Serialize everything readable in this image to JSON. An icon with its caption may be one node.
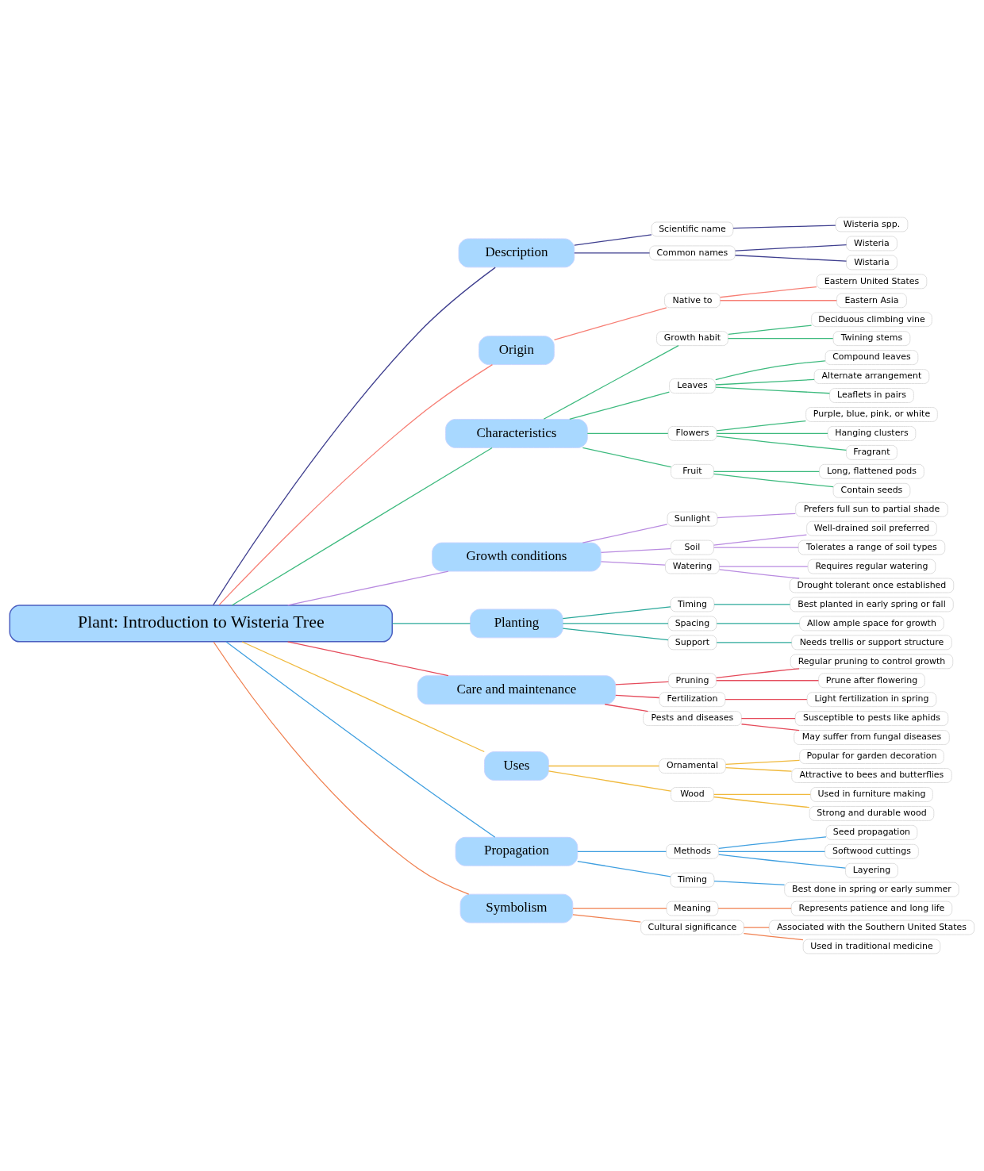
{
  "diagram": {
    "nodes": [
      {
        "text": [
          "Plant: Introduction to Wisteria Tree"
        ]
      },
      {
        "text": [
          "Description"
        ]
      },
      {
        "text": [
          "Scientific name"
        ]
      },
      {
        "text": [
          "Wisteria spp."
        ]
      },
      {
        "text": [
          "Common names"
        ]
      },
      {
        "text": [
          "Wisteria"
        ]
      },
      {
        "text": [
          "Wistaria"
        ]
      },
      {
        "text": [
          "Origin"
        ]
      },
      {
        "text": [
          "Native to"
        ]
      },
      {
        "text": [
          "Eastern United States"
        ]
      },
      {
        "text": [
          "Eastern Asia"
        ]
      },
      {
        "text": [
          "Characteristics"
        ]
      },
      {
        "text": [
          "Growth habit"
        ]
      },
      {
        "text": [
          "Deciduous climbing vine"
        ]
      },
      {
        "text": [
          "Twining stems"
        ]
      },
      {
        "text": [
          "Leaves"
        ]
      },
      {
        "text": [
          "Compound leaves"
        ]
      },
      {
        "text": [
          "Alternate arrangement"
        ]
      },
      {
        "text": [
          "Leaflets in pairs"
        ]
      },
      {
        "text": [
          "Flowers"
        ]
      },
      {
        "text": [
          "Purple, blue, pink, or white"
        ]
      },
      {
        "text": [
          "Hanging clusters"
        ]
      },
      {
        "text": [
          "Fragrant"
        ]
      },
      {
        "text": [
          "Fruit"
        ]
      },
      {
        "text": [
          "Long, flattened pods"
        ]
      },
      {
        "text": [
          "Contain seeds"
        ]
      },
      {
        "text": [
          "Growth conditions"
        ]
      },
      {
        "text": [
          "Sunlight"
        ]
      },
      {
        "text": [
          "Prefers full sun to partial shade"
        ]
      },
      {
        "text": [
          "Soil"
        ]
      },
      {
        "text": [
          "Well-drained soil preferred"
        ]
      },
      {
        "text": [
          "Tolerates a range of soil types"
        ]
      },
      {
        "text": [
          "Watering"
        ]
      },
      {
        "text": [
          "Requires regular watering"
        ]
      },
      {
        "text": [
          "Drought tolerant once established"
        ]
      },
      {
        "text": [
          "Planting"
        ]
      },
      {
        "text": [
          "Timing"
        ]
      },
      {
        "text": [
          "Best planted in early spring or fall"
        ]
      },
      {
        "text": [
          "Spacing"
        ]
      },
      {
        "text": [
          "Allow ample space for growth"
        ]
      },
      {
        "text": [
          "Support"
        ]
      },
      {
        "text": [
          "Needs trellis or support structure"
        ]
      },
      {
        "text": [
          "Care and maintenance"
        ]
      },
      {
        "text": [
          "Pruning"
        ]
      },
      {
        "text": [
          "Regular pruning to control growth"
        ]
      },
      {
        "text": [
          "Prune after flowering"
        ]
      },
      {
        "text": [
          "Fertilization"
        ]
      },
      {
        "text": [
          "Light fertilization in spring"
        ]
      },
      {
        "text": [
          "Pests and diseases"
        ]
      },
      {
        "text": [
          "Susceptible to pests like aphids"
        ]
      },
      {
        "text": [
          "May suffer from fungal diseases"
        ]
      },
      {
        "text": [
          "Uses"
        ]
      },
      {
        "text": [
          "Ornamental"
        ]
      },
      {
        "text": [
          "Popular for garden decoration"
        ]
      },
      {
        "text": [
          "Attractive to bees and butterflies"
        ]
      },
      {
        "text": [
          "Wood"
        ]
      },
      {
        "text": [
          "Used in furniture making"
        ]
      },
      {
        "text": [
          "Strong and durable wood"
        ]
      },
      {
        "text": [
          "Propagation"
        ]
      },
      {
        "text": [
          "Methods"
        ]
      },
      {
        "text": [
          "Seed propagation"
        ]
      },
      {
        "text": [
          "Softwood cuttings"
        ]
      },
      {
        "text": [
          "Layering"
        ]
      },
      {
        "text": [
          "Timing"
        ]
      },
      {
        "text": [
          "Best done in spring or early summer"
        ]
      },
      {
        "text": [
          "Symbolism"
        ]
      },
      {
        "text": [
          "Meaning"
        ]
      },
      {
        "text": [
          "Represents patience and long life"
        ]
      },
      {
        "text": [
          "Cultural significance"
        ]
      },
      {
        "text": [
          "Associated with the Southern United States"
        ]
      },
      {
        "text": [
          "Used in traditional medicine"
        ]
      }
    ],
    "edges": [
      {
        "from": 0,
        "to": 1,
        "arrow": "none",
        "color": "#3f3f8f"
      },
      {
        "from": 1,
        "to": 2,
        "arrow": "none",
        "color": "#3f3f8f"
      },
      {
        "from": 2,
        "to": 3,
        "arrow": "none",
        "color": "#3f3f8f"
      },
      {
        "from": 1,
        "to": 4,
        "arrow": "none",
        "color": "#3f3f8f"
      },
      {
        "from": 4,
        "to": 5,
        "arrow": "none",
        "color": "#3f3f8f"
      },
      {
        "from": 4,
        "to": 6,
        "arrow": "none",
        "color": "#3f3f8f"
      },
      {
        "from": 0,
        "to": 7,
        "arrow": "none",
        "color": "#f77f75"
      },
      {
        "from": 7,
        "to": 8,
        "arrow": "none",
        "color": "#f77f75"
      },
      {
        "from": 8,
        "to": 9,
        "arrow": "none",
        "color": "#f77f75"
      },
      {
        "from": 8,
        "to": 10,
        "arrow": "none",
        "color": "#f77f75"
      },
      {
        "from": 0,
        "to": 11,
        "arrow": "none",
        "color": "#3dba7e"
      },
      {
        "from": 11,
        "to": 12,
        "arrow": "none",
        "color": "#3dba7e"
      },
      {
        "from": 12,
        "to": 13,
        "arrow": "none",
        "color": "#3dba7e"
      },
      {
        "from": 12,
        "to": 14,
        "arrow": "none",
        "color": "#3dba7e"
      },
      {
        "from": 11,
        "to": 15,
        "arrow": "none",
        "color": "#3dba7e"
      },
      {
        "from": 15,
        "to": 16,
        "arrow": "none",
        "color": "#3dba7e"
      },
      {
        "from": 15,
        "to": 17,
        "arrow": "none",
        "color": "#3dba7e"
      },
      {
        "from": 15,
        "to": 18,
        "arrow": "none",
        "color": "#3dba7e"
      },
      {
        "from": 11,
        "to": 19,
        "arrow": "none",
        "color": "#3dba7e"
      },
      {
        "from": 19,
        "to": 20,
        "arrow": "none",
        "color": "#3dba7e"
      },
      {
        "from": 19,
        "to": 21,
        "arrow": "none",
        "color": "#3dba7e"
      },
      {
        "from": 19,
        "to": 22,
        "arrow": "none",
        "color": "#3dba7e"
      },
      {
        "from": 11,
        "to": 23,
        "arrow": "none",
        "color": "#3dba7e"
      },
      {
        "from": 23,
        "to": 24,
        "arrow": "none",
        "color": "#3dba7e"
      },
      {
        "from": 23,
        "to": 25,
        "arrow": "none",
        "color": "#3dba7e"
      },
      {
        "from": 0,
        "to": 26,
        "arrow": "none",
        "color": "#b98be0"
      },
      {
        "from": 26,
        "to": 27,
        "arrow": "none",
        "color": "#b98be0"
      },
      {
        "from": 27,
        "to": 28,
        "arrow": "none",
        "color": "#b98be0"
      },
      {
        "from": 26,
        "to": 29,
        "arrow": "none",
        "color": "#b98be0"
      },
      {
        "from": 29,
        "to": 30,
        "arrow": "none",
        "color": "#b98be0"
      },
      {
        "from": 29,
        "to": 31,
        "arrow": "none",
        "color": "#b98be0"
      },
      {
        "from": 26,
        "to": 32,
        "arrow": "none",
        "color": "#b98be0"
      },
      {
        "from": 32,
        "to": 33,
        "arrow": "none",
        "color": "#b98be0"
      },
      {
        "from": 32,
        "to": 34,
        "arrow": "none",
        "color": "#b98be0"
      },
      {
        "from": 0,
        "to": 35,
        "arrow": "none",
        "color": "#2aa89a"
      },
      {
        "from": 35,
        "to": 36,
        "arrow": "none",
        "color": "#2aa89a"
      },
      {
        "from": 36,
        "to": 37,
        "arrow": "none",
        "color": "#2aa89a"
      },
      {
        "from": 35,
        "to": 38,
        "arrow": "none",
        "color": "#2aa89a"
      },
      {
        "from": 38,
        "to": 39,
        "arrow": "none",
        "color": "#2aa89a"
      },
      {
        "from": 35,
        "to": 40,
        "arrow": "none",
        "color": "#2aa89a"
      },
      {
        "from": 40,
        "to": 41,
        "arrow": "none",
        "color": "#2aa89a"
      },
      {
        "from": 0,
        "to": 42,
        "arrow": "none",
        "color": "#e54b5b"
      },
      {
        "from": 42,
        "to": 43,
        "arrow": "none",
        "color": "#e54b5b"
      },
      {
        "from": 43,
        "to": 44,
        "arrow": "none",
        "color": "#e54b5b"
      },
      {
        "from": 43,
        "to": 45,
        "arrow": "none",
        "color": "#e54b5b"
      },
      {
        "from": 42,
        "to": 46,
        "arrow": "none",
        "color": "#e54b5b"
      },
      {
        "from": 46,
        "to": 47,
        "arrow": "none",
        "color": "#e54b5b"
      },
      {
        "from": 42,
        "to": 48,
        "arrow": "none",
        "color": "#e54b5b"
      },
      {
        "from": 48,
        "to": 49,
        "arrow": "none",
        "color": "#e54b5b"
      },
      {
        "from": 48,
        "to": 50,
        "arrow": "none",
        "color": "#e54b5b"
      },
      {
        "from": 0,
        "to": 51,
        "arrow": "none",
        "color": "#f0b93c"
      },
      {
        "from": 51,
        "to": 52,
        "arrow": "none",
        "color": "#f0b93c"
      },
      {
        "from": 52,
        "to": 53,
        "arrow": "none",
        "color": "#f0b93c"
      },
      {
        "from": 52,
        "to": 54,
        "arrow": "none",
        "color": "#f0b93c"
      },
      {
        "from": 51,
        "to": 55,
        "arrow": "none",
        "color": "#f0b93c"
      },
      {
        "from": 55,
        "to": 56,
        "arrow": "none",
        "color": "#f0b93c"
      },
      {
        "from": 55,
        "to": 57,
        "arrow": "none",
        "color": "#f0b93c"
      },
      {
        "from": 0,
        "to": 58,
        "arrow": "none",
        "color": "#3f9fe0"
      },
      {
        "from": 58,
        "to": 59,
        "arrow": "none",
        "color": "#3f9fe0"
      },
      {
        "from": 59,
        "to": 60,
        "arrow": "none",
        "color": "#3f9fe0"
      },
      {
        "from": 59,
        "to": 61,
        "arrow": "none",
        "color": "#3f9fe0"
      },
      {
        "from": 59,
        "to": 62,
        "arrow": "none",
        "color": "#3f9fe0"
      },
      {
        "from": 58,
        "to": 63,
        "arrow": "none",
        "color": "#3f9fe0"
      },
      {
        "from": 63,
        "to": 64,
        "arrow": "none",
        "color": "#3f9fe0"
      },
      {
        "from": 0,
        "to": 65,
        "arrow": "none",
        "color": "#f08050"
      },
      {
        "from": 65,
        "to": 66,
        "arrow": "none",
        "color": "#f08050"
      },
      {
        "from": 66,
        "to": 67,
        "arrow": "none",
        "color": "#f08050"
      },
      {
        "from": 65,
        "to": 68,
        "arrow": "none",
        "color": "#f08050"
      },
      {
        "from": 68,
        "to": 69,
        "arrow": "none",
        "color": "#f08050"
      },
      {
        "from": 68,
        "to": 70,
        "arrow": "none",
        "color": "#f08050"
      }
    ]
  }
}
